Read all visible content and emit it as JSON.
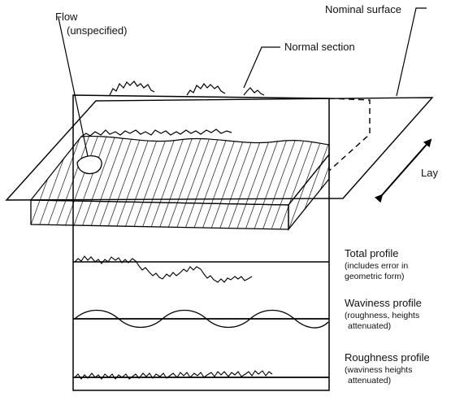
{
  "labels": {
    "flow": "Flow",
    "flow_sub": "(unspecified)",
    "nominal_surface": "Nominal surface",
    "normal_section": "Normal section",
    "lay": "Lay",
    "total_profile": "Total profile",
    "total_profile_note_1": "(includes error in",
    "total_profile_note_2": "geometric form)",
    "waviness_profile": "Waviness profile",
    "waviness_profile_note_1": "(roughness, heights",
    "waviness_profile_note_2": "attenuated)",
    "roughness_profile": "Roughness profile",
    "roughness_profile_note_1": "(waviness heights",
    "roughness_profile_note_2": "attenuated)"
  }
}
